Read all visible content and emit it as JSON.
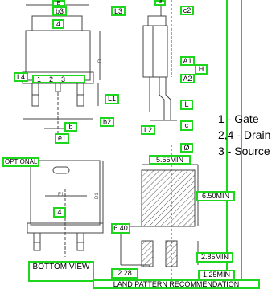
{
  "labels": {
    "E": "E",
    "b3": "b3",
    "L3": "L3",
    "four_top": "4",
    "c2": "c2",
    "L4": "L4",
    "pins": "1    2    3",
    "A1": "A1",
    "H": "H",
    "A2": "A2",
    "L1": "L1",
    "L": "L",
    "b2": "b2",
    "b": "b",
    "e1": "e1",
    "c": "c",
    "L2": "L2",
    "phi": "Ø",
    "optional": "OPTIONAL",
    "dim_555": "5.55MIN",
    "dim_650": "6.50MIN",
    "four_bottom": "4",
    "dim_640": "6.40",
    "dim_285": "2.85MIN",
    "dim_228": "2.28",
    "dim_125": "1.25MIN",
    "bottom_view": "BOTTOM VIEW",
    "land_pattern": "LAND PATTERN RECOMMENDATION"
  },
  "faint_labels": {
    "D": "D",
    "E1": "E1",
    "D1": "D1"
  },
  "pin_legend": [
    {
      "number": "1",
      "name": "Gate"
    },
    {
      "number": "2,4",
      "name": "Drain"
    },
    {
      "number": "3",
      "name": "Source"
    }
  ],
  "colors": {
    "label_border": "#1dd71d",
    "line": "#444444"
  }
}
